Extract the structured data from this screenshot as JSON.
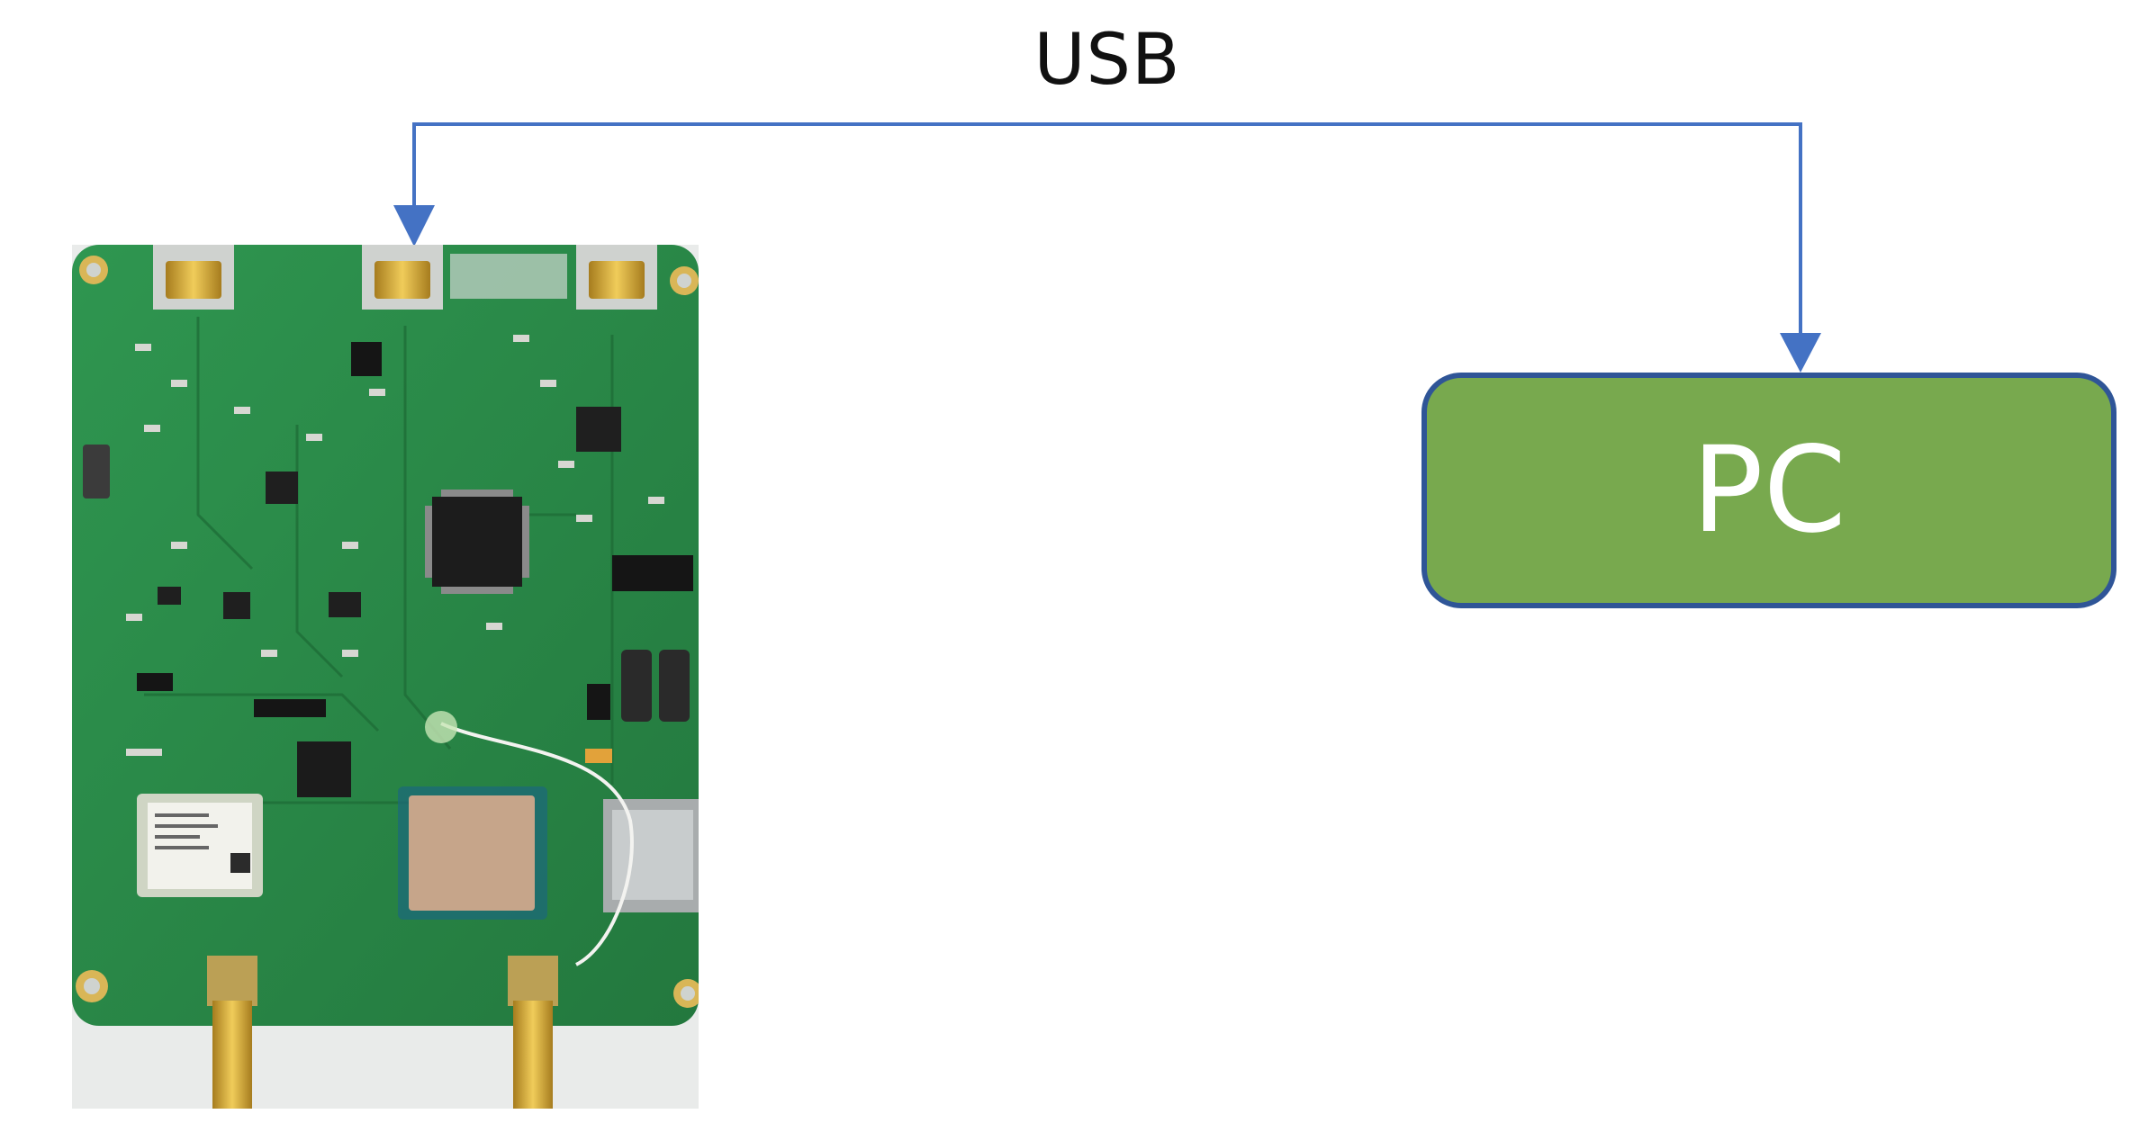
{
  "connection": {
    "label": "USB"
  },
  "pc": {
    "label": "PC"
  },
  "board": {
    "name": "pcb-development-board"
  },
  "colors": {
    "arrow": "#4472c4",
    "pc_fill": "#78a94e",
    "pc_border": "#2f5597",
    "pcb": "#2e8b47"
  }
}
